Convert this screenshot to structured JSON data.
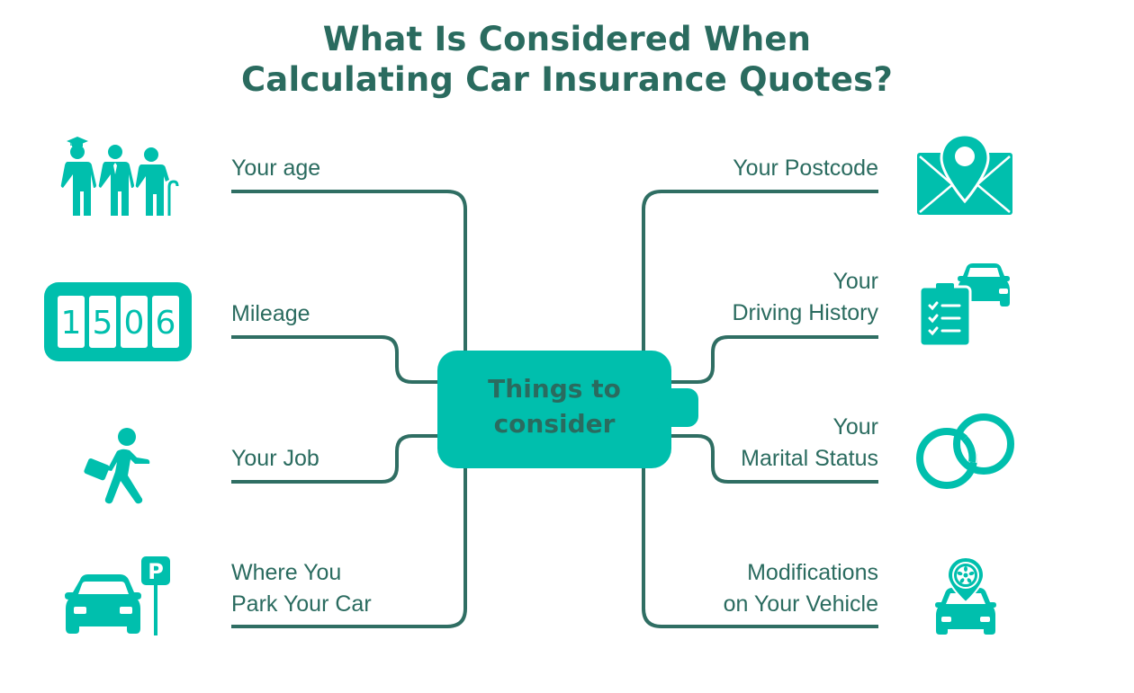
{
  "title": {
    "line1": "What Is Considered When",
    "line2": "Calculating Car Insurance Quotes?"
  },
  "hub": {
    "line1": "Things to",
    "line2": "consider"
  },
  "factors_left": [
    {
      "line1": "Your age",
      "icon": "people-ages-icon"
    },
    {
      "line1": "Mileage",
      "icon": "odometer-icon",
      "odometer_digits": [
        "1",
        "5",
        "0",
        "6"
      ]
    },
    {
      "line1": "Your Job",
      "icon": "walking-worker-briefcase-icon"
    },
    {
      "line1": "Where You",
      "line2": "Park Your Car",
      "icon": "car-parking-icon",
      "parking_letter": "P"
    }
  ],
  "factors_right": [
    {
      "line1": "Your Postcode",
      "icon": "envelope-location-pin-icon"
    },
    {
      "line1": "Your",
      "line2": "Driving History",
      "icon": "checklist-car-icon"
    },
    {
      "line1": "Your",
      "line2": "Marital Status",
      "icon": "wedding-rings-icon"
    },
    {
      "line1": "Modifications",
      "line2": "on Your Vehicle",
      "icon": "car-wheel-modification-icon"
    }
  ],
  "colors": {
    "title_text": "#2a6b5f",
    "line": "#2f6e63",
    "accent": "#00bfad",
    "background": "#ffffff"
  }
}
